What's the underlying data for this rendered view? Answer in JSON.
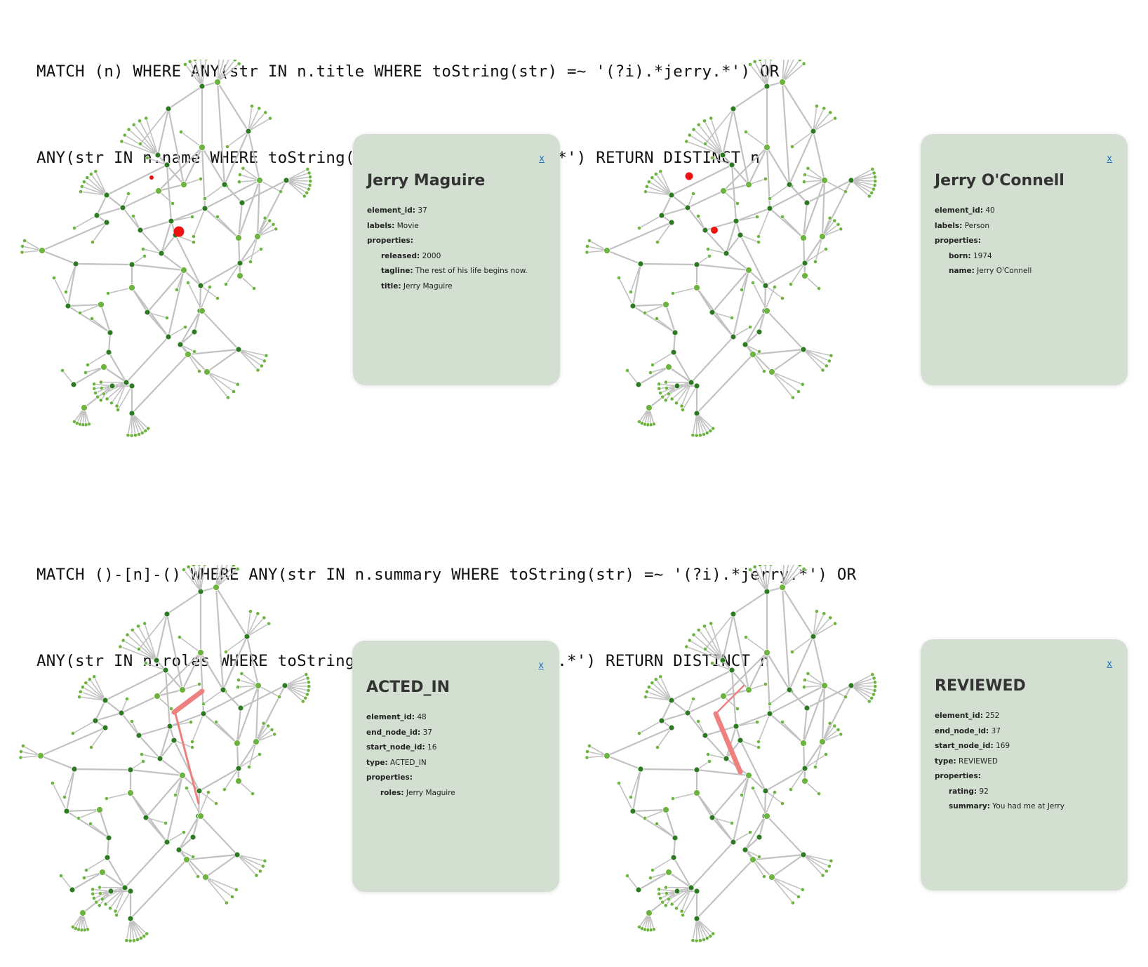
{
  "queries": {
    "node": {
      "line1": "MATCH (n) WHERE ANY(str IN n.title WHERE toString(str) =~ '(?i).*jerry.*') OR",
      "line2": "ANY(str IN n.name WHERE toString(str) =~ '(?i).*jerry.*') RETURN DISTINCT n"
    },
    "relationship": {
      "line1": "MATCH ()-[n]-() WHERE ANY(str IN n.summary WHERE toString(str) =~ '(?i).*jerry.*') OR",
      "line2": "ANY(str IN n.roles WHERE toString(str) =~ '(?i).*jerry.*') RETURN DISTINCT n"
    }
  },
  "colors": {
    "edge": "#c2c2c2",
    "node_light": "#6cb33f",
    "node_dark": "#2d7a23",
    "highlight_node": "#ee1111",
    "highlight_edge": "#ee8080",
    "panel_bg": "#d3dfd1",
    "close_link": "#1f6fc0"
  },
  "panels": [
    {
      "close_label": "x",
      "title": "Jerry Maguire",
      "rows": [
        {
          "key": "element_id:",
          "value": "37",
          "indent": false
        },
        {
          "key": "labels:",
          "value": "Movie",
          "indent": false
        },
        {
          "key": "properties:",
          "value": "",
          "indent": false
        },
        {
          "key": "released:",
          "value": "2000",
          "indent": true
        },
        {
          "key": "tagline:",
          "value": "The rest of his life begins now.",
          "indent": true
        },
        {
          "key": "title:",
          "value": "Jerry Maguire",
          "indent": true
        }
      ]
    },
    {
      "close_label": "x",
      "title": "Jerry O'Connell",
      "rows": [
        {
          "key": "element_id:",
          "value": "40",
          "indent": false
        },
        {
          "key": "labels:",
          "value": "Person",
          "indent": false
        },
        {
          "key": "properties:",
          "value": "",
          "indent": false
        },
        {
          "key": "born:",
          "value": "1974",
          "indent": true
        },
        {
          "key": "name:",
          "value": "Jerry O'Connell",
          "indent": true
        }
      ]
    },
    {
      "close_label": "x",
      "title": "ACTED_IN",
      "rows": [
        {
          "key": "element_id:",
          "value": "48",
          "indent": false
        },
        {
          "key": "end_node_id:",
          "value": "37",
          "indent": false
        },
        {
          "key": "start_node_id:",
          "value": "16",
          "indent": false
        },
        {
          "key": "type:",
          "value": "ACTED_IN",
          "indent": false
        },
        {
          "key": "properties:",
          "value": "",
          "indent": false
        },
        {
          "key": "roles:",
          "value": "Jerry Maguire",
          "indent": true
        }
      ]
    },
    {
      "close_label": "x",
      "title": "REVIEWED",
      "rows": [
        {
          "key": "element_id:",
          "value": "252",
          "indent": false
        },
        {
          "key": "end_node_id:",
          "value": "37",
          "indent": false
        },
        {
          "key": "start_node_id:",
          "value": "169",
          "indent": false
        },
        {
          "key": "type:",
          "value": "REVIEWED",
          "indent": false
        },
        {
          "key": "properties:",
          "value": "",
          "indent": false
        },
        {
          "key": "rating:",
          "value": "92",
          "indent": true
        },
        {
          "key": "summary:",
          "value": "You had me at Jerry",
          "indent": true
        }
      ]
    }
  ],
  "graphs": [
    {
      "highlight": "node",
      "target": "movie-node"
    },
    {
      "highlight": "node",
      "target": "person-node"
    },
    {
      "highlight": "edge",
      "target": "acted-in-edge"
    },
    {
      "highlight": "edge",
      "target": "reviewed-edge"
    }
  ]
}
